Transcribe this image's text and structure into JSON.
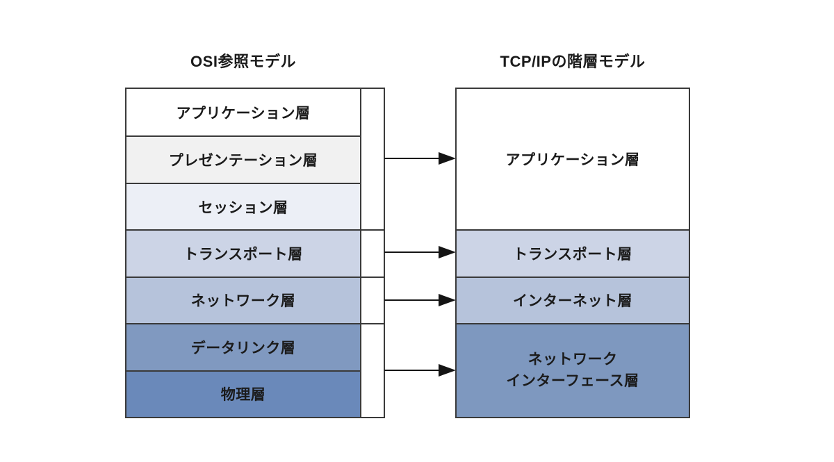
{
  "colors": {
    "border": "#3a3a3a",
    "text": "#1b1b1b",
    "arrow": "#141414",
    "page_background": "#ffffff"
  },
  "osi_model": {
    "title": "OSI参照モデル",
    "layers": [
      {
        "label": "アプリケーション層",
        "color": "#ffffff"
      },
      {
        "label": "プレゼンテーション層",
        "color": "#f1f1f1"
      },
      {
        "label": "セッション層",
        "color": "#eceff6"
      },
      {
        "label": "トランスポート層",
        "color": "#ccd4e6"
      },
      {
        "label": "ネットワーク層",
        "color": "#b6c3db"
      },
      {
        "label": "データリンク層",
        "color": "#8099c0"
      },
      {
        "label": "物理層",
        "color": "#6a89ba"
      }
    ]
  },
  "tcpip_model": {
    "title": "TCP/IPの階層モデル",
    "layers": [
      {
        "label": "アプリケーション層",
        "color": "#ffffff",
        "spans_osi_layers": 3
      },
      {
        "label": "トランスポート層",
        "color": "#ccd4e6",
        "spans_osi_layers": 1
      },
      {
        "label": "インターネット層",
        "color": "#b6c3db",
        "spans_osi_layers": 1
      },
      {
        "label_line1": "ネットワーク",
        "label_line2": "インターフェース層",
        "color": "#7e98bf",
        "spans_osi_layers": 2
      }
    ]
  }
}
